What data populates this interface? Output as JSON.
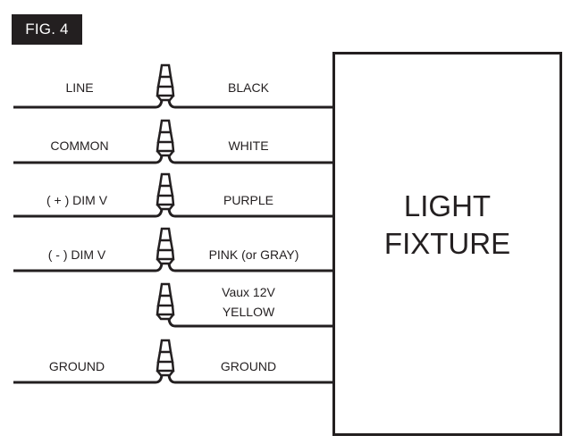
{
  "figure_label": "FIG. 4",
  "fixture": {
    "line1": "LIGHT",
    "line2": "FIXTURE"
  },
  "connections": [
    {
      "left_label": "LINE",
      "right_label": "BLACK"
    },
    {
      "left_label": "COMMON",
      "right_label": "WHITE"
    },
    {
      "left_label": "( + ) DIM V",
      "right_label": "PURPLE"
    },
    {
      "left_label": "( - ) DIM V",
      "right_label": "PINK (or GRAY)"
    },
    {
      "left_label": "",
      "right_label_line1": "Vaux 12V",
      "right_label_line2": "YELLOW"
    },
    {
      "left_label": "GROUND",
      "right_label": "GROUND"
    }
  ],
  "colors": {
    "ink": "#231f20",
    "background": "#ffffff"
  }
}
